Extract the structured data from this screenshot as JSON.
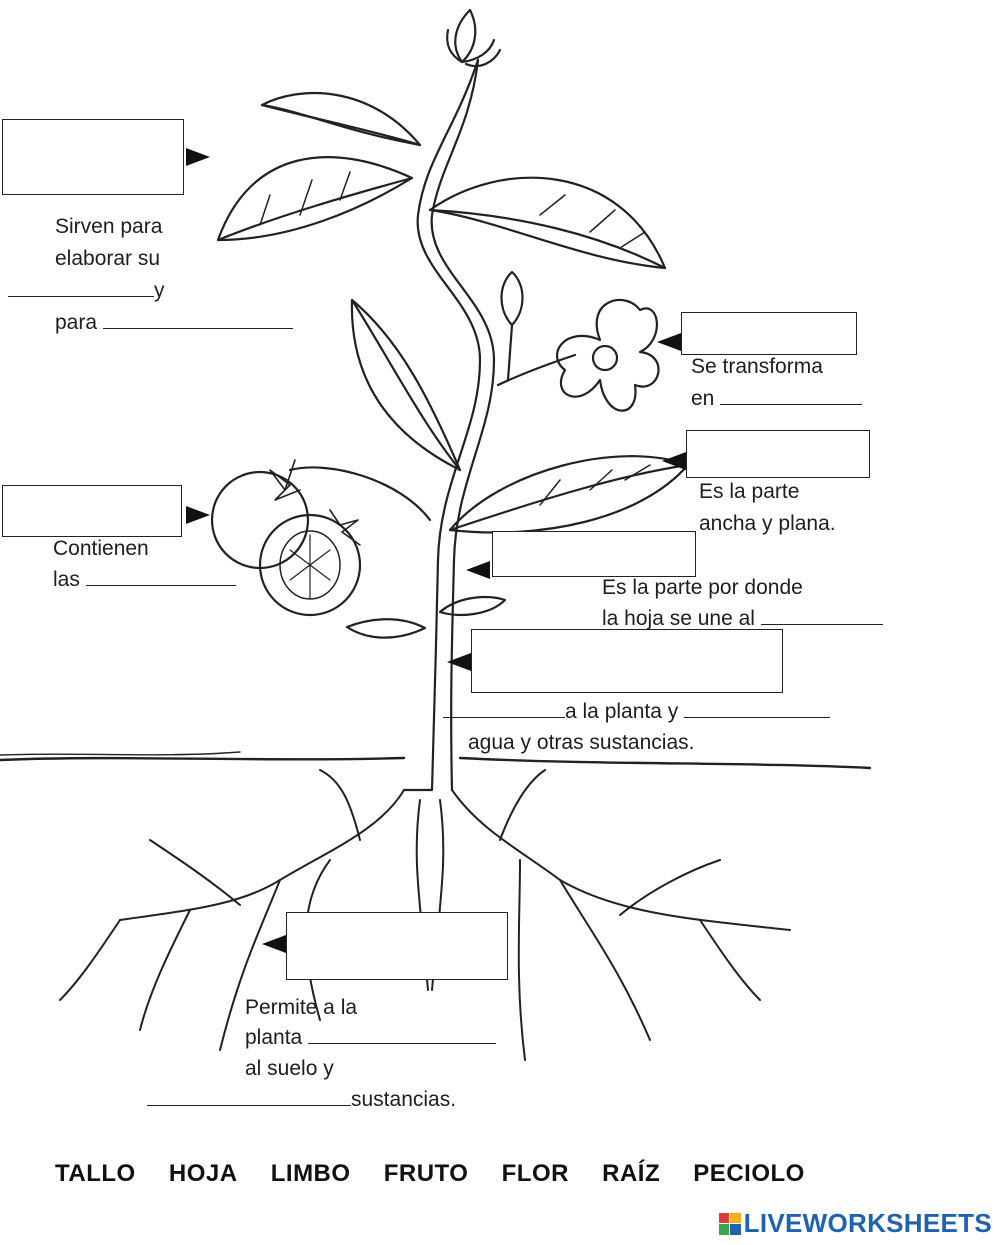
{
  "answer_boxes": [
    "",
    "",
    "",
    "",
    "",
    "",
    ""
  ],
  "captions": {
    "leaf_line1": "Sirven para",
    "leaf_line2": "elaborar su",
    "leaf_line3_tail": "y",
    "leaf_line4": "para",
    "flower_line1": "Se transforma",
    "flower_line2": "en",
    "limbo_line1": "Es la parte",
    "limbo_line2": "ancha y plana.",
    "fruit_line1": "Contienen",
    "fruit_line2": "las",
    "petiole_line1": "Es la parte por donde",
    "petiole_line2": "la hoja se une al",
    "stem_line1": "a la planta y",
    "stem_line2": "agua y otras sustancias.",
    "root_line1": "Permite a la",
    "root_line2": "planta",
    "root_line3": "al suelo y",
    "root_line4": "sustancias."
  },
  "word_bank": [
    "TALLO",
    "HOJA",
    "LIMBO",
    "FRUTO",
    "FLOR",
    "RAÍZ",
    "PECIOLO"
  ],
  "watermark": "LIVEWORKSHEETS",
  "colors": {
    "logo_text": "#1f63b0",
    "logo_squares": [
      "#e23b3b",
      "#f2b01e",
      "#3aa64b",
      "#1f63b0"
    ]
  }
}
